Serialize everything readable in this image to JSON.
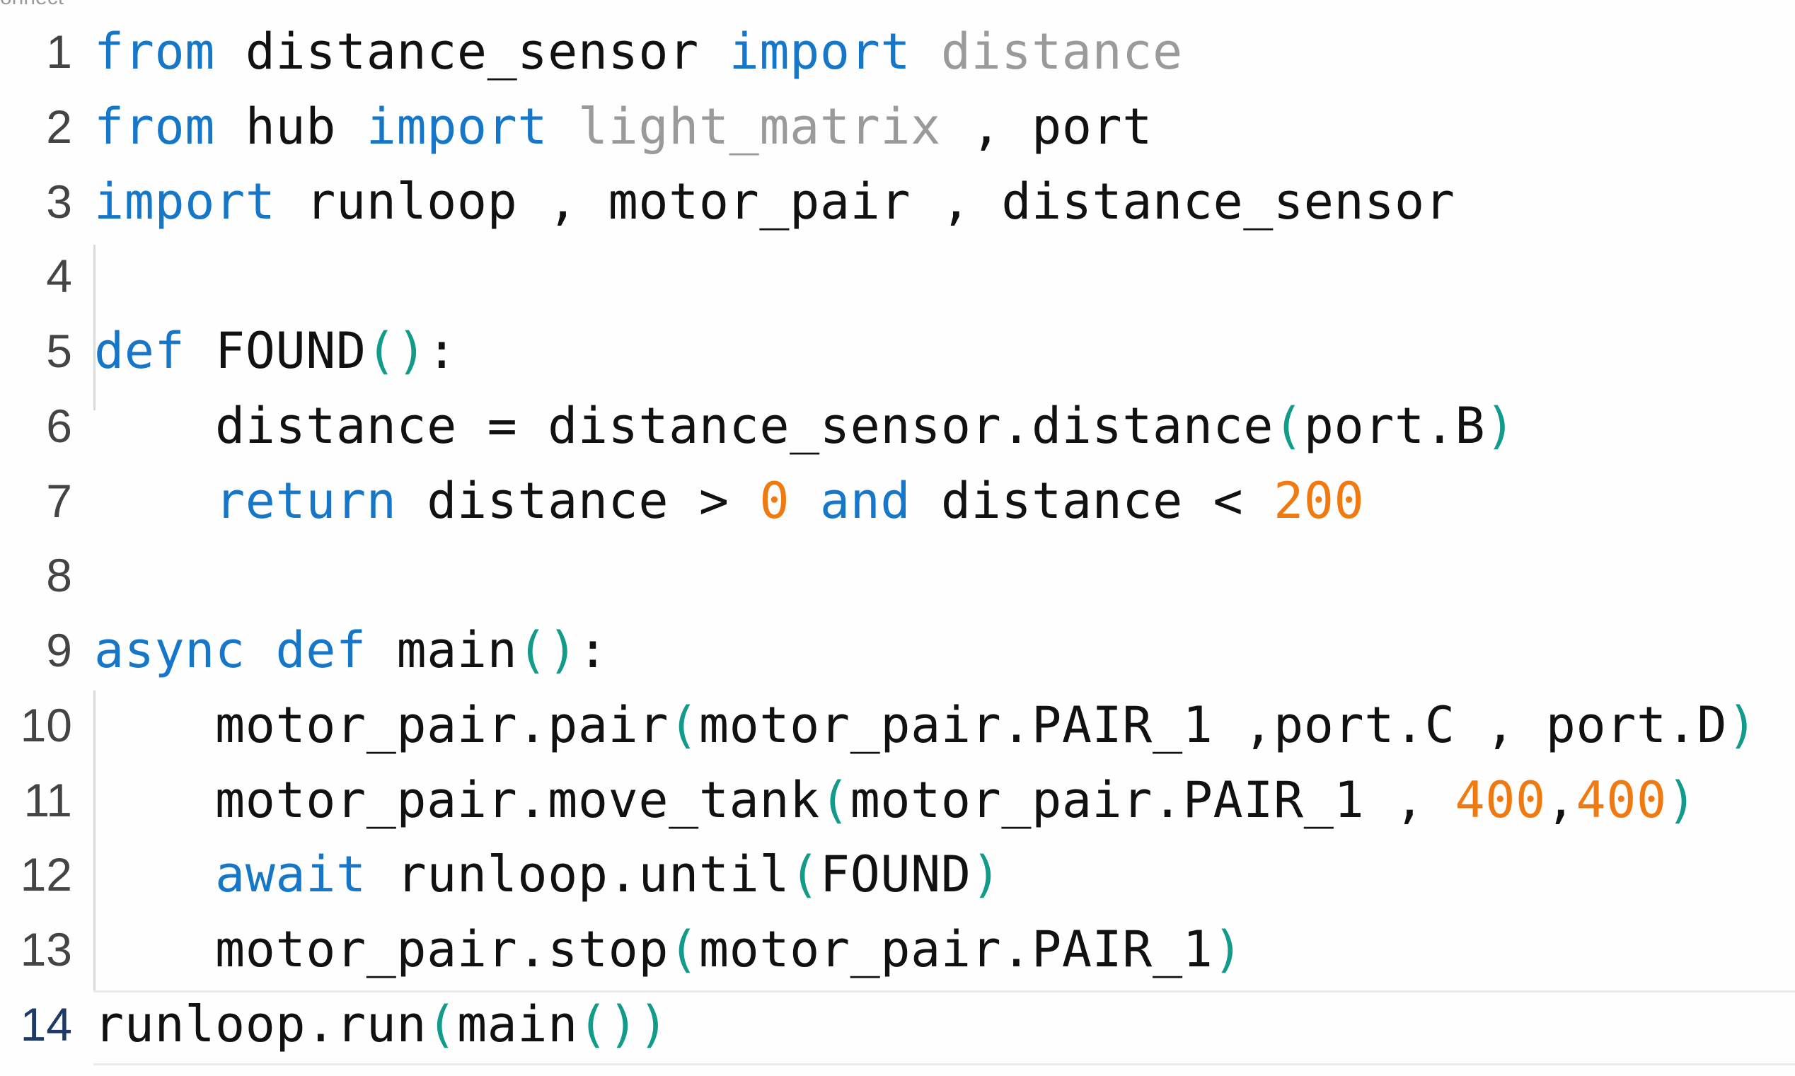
{
  "header": {
    "fragment": "onnect"
  },
  "lines": [
    {
      "number": "1",
      "tokens": [
        {
          "t": "from",
          "c": "kw"
        },
        {
          "t": " distance_sensor ",
          "c": ""
        },
        {
          "t": "import",
          "c": "kw"
        },
        {
          "t": " distance",
          "c": "dim"
        }
      ]
    },
    {
      "number": "2",
      "tokens": [
        {
          "t": "from",
          "c": "kw"
        },
        {
          "t": " hub ",
          "c": ""
        },
        {
          "t": "import",
          "c": "kw"
        },
        {
          "t": " light_matrix",
          "c": "dim"
        },
        {
          "t": " , port",
          "c": ""
        }
      ]
    },
    {
      "number": "3",
      "tokens": [
        {
          "t": "import",
          "c": "kw"
        },
        {
          "t": " runloop , motor_pair , distance_sensor",
          "c": ""
        }
      ]
    },
    {
      "number": "4",
      "tokens": []
    },
    {
      "number": "5",
      "tokens": [
        {
          "t": "def",
          "c": "kw"
        },
        {
          "t": " FOUND",
          "c": ""
        },
        {
          "t": "()",
          "c": "par"
        },
        {
          "t": ":",
          "c": ""
        }
      ]
    },
    {
      "number": "6",
      "tokens": [
        {
          "t": "    distance = distance_sensor.distance",
          "c": ""
        },
        {
          "t": "(",
          "c": "par"
        },
        {
          "t": "port.B",
          "c": ""
        },
        {
          "t": ")",
          "c": "par"
        }
      ]
    },
    {
      "number": "7",
      "tokens": [
        {
          "t": "    ",
          "c": ""
        },
        {
          "t": "return",
          "c": "kw"
        },
        {
          "t": " distance > ",
          "c": ""
        },
        {
          "t": "0",
          "c": "num"
        },
        {
          "t": " ",
          "c": ""
        },
        {
          "t": "and",
          "c": "kw"
        },
        {
          "t": " distance < ",
          "c": ""
        },
        {
          "t": "200",
          "c": "num"
        }
      ]
    },
    {
      "number": "8",
      "tokens": []
    },
    {
      "number": "9",
      "tokens": [
        {
          "t": "async",
          "c": "kw"
        },
        {
          "t": " ",
          "c": ""
        },
        {
          "t": "def",
          "c": "kw"
        },
        {
          "t": " main",
          "c": ""
        },
        {
          "t": "()",
          "c": "par"
        },
        {
          "t": ":",
          "c": ""
        }
      ]
    },
    {
      "number": "10",
      "tokens": [
        {
          "t": "    motor_pair.pair",
          "c": ""
        },
        {
          "t": "(",
          "c": "par"
        },
        {
          "t": "motor_pair.PAIR_1 ,port.C , port.D",
          "c": ""
        },
        {
          "t": ")",
          "c": "par"
        }
      ]
    },
    {
      "number": "11",
      "tokens": [
        {
          "t": "    motor_pair.move_tank",
          "c": ""
        },
        {
          "t": "(",
          "c": "par"
        },
        {
          "t": "motor_pair.PAIR_1 , ",
          "c": ""
        },
        {
          "t": "400",
          "c": "num"
        },
        {
          "t": ",",
          "c": ""
        },
        {
          "t": "400",
          "c": "num"
        },
        {
          "t": ")",
          "c": "par"
        }
      ]
    },
    {
      "number": "12",
      "tokens": [
        {
          "t": "    ",
          "c": ""
        },
        {
          "t": "await",
          "c": "kw"
        },
        {
          "t": " runloop.until",
          "c": ""
        },
        {
          "t": "(",
          "c": "par"
        },
        {
          "t": "FOUND",
          "c": ""
        },
        {
          "t": ")",
          "c": "par"
        }
      ]
    },
    {
      "number": "13",
      "tokens": [
        {
          "t": "    motor_pair.stop",
          "c": ""
        },
        {
          "t": "(",
          "c": "par"
        },
        {
          "t": "motor_pair.PAIR_1",
          "c": ""
        },
        {
          "t": ")",
          "c": "par"
        }
      ]
    },
    {
      "number": "14",
      "tokens": [
        {
          "t": "runloop.run",
          "c": ""
        },
        {
          "t": "(",
          "c": "par"
        },
        {
          "t": "main",
          "c": ""
        },
        {
          "t": "()",
          "c": "par"
        },
        {
          "t": ")",
          "c": "par"
        }
      ],
      "current": true
    }
  ],
  "colors": {
    "keyword": "#1677c9",
    "unused": "#9a9a9a",
    "number": "#f07a10",
    "paren": "#129a8a",
    "text": "#111111"
  }
}
